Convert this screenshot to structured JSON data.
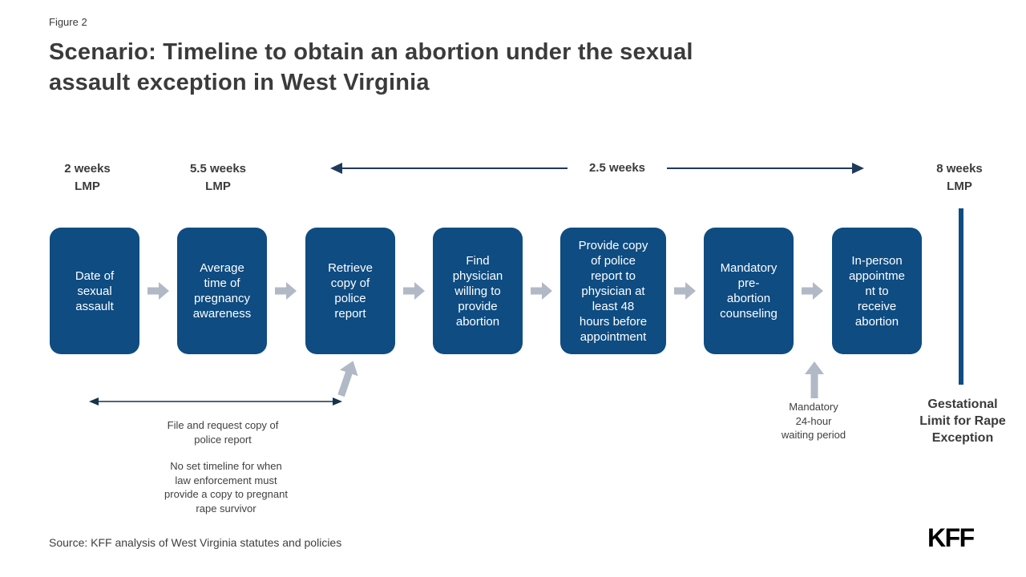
{
  "figure_label": "Figure 2",
  "title": "Scenario: Timeline to obtain an abortion under the sexual\nassault exception in West Virginia",
  "timeline": {
    "marker_2w": "2 weeks\nLMP",
    "marker_5_5w": "5.5 weeks\nLMP",
    "span_label": "2.5 weeks",
    "marker_8w": "8 weeks\nLMP"
  },
  "steps": [
    {
      "label": "Date of\nsexual\nassault"
    },
    {
      "label": "Average\ntime of\npregnancy\nawareness"
    },
    {
      "label": "Retrieve\ncopy of\npolice\nreport"
    },
    {
      "label": "Find\nphysician\nwilling to\nprovide\nabortion"
    },
    {
      "label": "Provide copy\nof police\nreport to\nphysician at\nleast 48\nhours before\nappointment"
    },
    {
      "label": "Mandatory\npre-\nabortion\ncounseling"
    },
    {
      "label": "In-person\nappointme\nnt to\nreceive\nabortion"
    }
  ],
  "annotations": {
    "police_report_arrow_label": "File and request copy of\npolice report",
    "no_timeline_note": "No set timeline for when\nlaw enforcement must\nprovide a copy to pregnant\nrape survivor",
    "waiting_period": "Mandatory\n24-hour\nwaiting period",
    "gestational_limit": "Gestational\nLimit for Rape\nException"
  },
  "source": "Source: KFF analysis of West Virginia statutes and policies",
  "logo_text": "KFF",
  "colors": {
    "step_box_blue": "#0E4C82",
    "connector_gray": "#B2B9C6",
    "timeline_navy": "#1F3A5C",
    "text_dark": "#3B3B3B"
  }
}
